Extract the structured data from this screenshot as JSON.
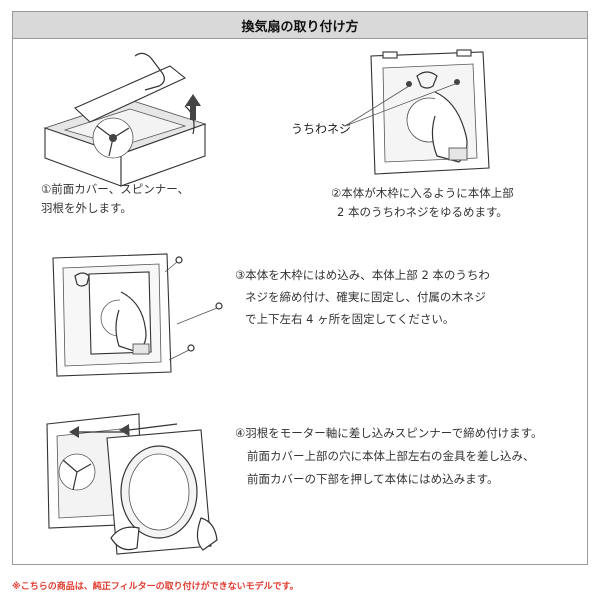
{
  "header": {
    "title": "換気扇の取り付け方"
  },
  "steps": [
    {
      "id": 1,
      "lines": [
        "①前面カバー、スピンナー、",
        "羽根を外します。"
      ]
    },
    {
      "id": 2,
      "lines": [
        "②本体が木枠に入るように本体上部",
        "2 本のうちわネジをゆるめます。"
      ],
      "callout": "うちわネジ"
    },
    {
      "id": 3,
      "lines": [
        "③本体を木枠にはめ込み、本体上部 2 本のうちわ",
        "ネジを締め付け、確実に固定し、付属の木ネジ",
        "で上下左右 4 ヶ所を固定してください。"
      ]
    },
    {
      "id": 4,
      "lines": [
        "④羽根をモーター軸に差し込みスピンナーで締め付けます。",
        "前面カバー上部の穴に本体上部左右の金具を差し込み、",
        "前面カバーの下部を押して本体にはめ込みます。"
      ]
    }
  ],
  "footer_note": "※こちらの商品は、純正フィルターの取り付けができないモデルです。",
  "colors": {
    "header_bg": "#d9d9d9",
    "note_text": "#e03b2f",
    "border": "#9a9a9a"
  }
}
